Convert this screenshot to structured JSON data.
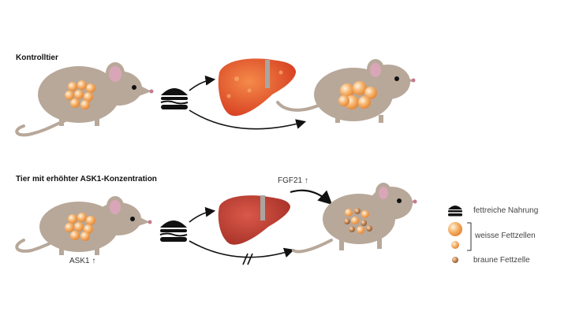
{
  "sections": {
    "control": {
      "title": "Kontrolltier"
    },
    "ask1": {
      "title": "Tier mit erhöhter ASK1-Konzentration",
      "mouse_label": "ASK1 ↑",
      "fgf_label": "FGF21 ↑"
    }
  },
  "legend": {
    "items": [
      {
        "label": "fettreiche Nahrung",
        "icon": "burger-icon"
      },
      {
        "label": "weisse Fettzellen",
        "icon": "white-fat-cell-icon"
      },
      {
        "label": "braune Fettzelle",
        "icon": "brown-fat-cell-icon"
      }
    ]
  },
  "colors": {
    "mouse_body": "#b8a89a",
    "mouse_ear": "#d9a6b7",
    "liver_fatty": "#e0502a",
    "liver_normal": "#c8483a",
    "white_fat": "#f4b066",
    "brown_fat": "#c98a55",
    "arrow": "#111111"
  }
}
